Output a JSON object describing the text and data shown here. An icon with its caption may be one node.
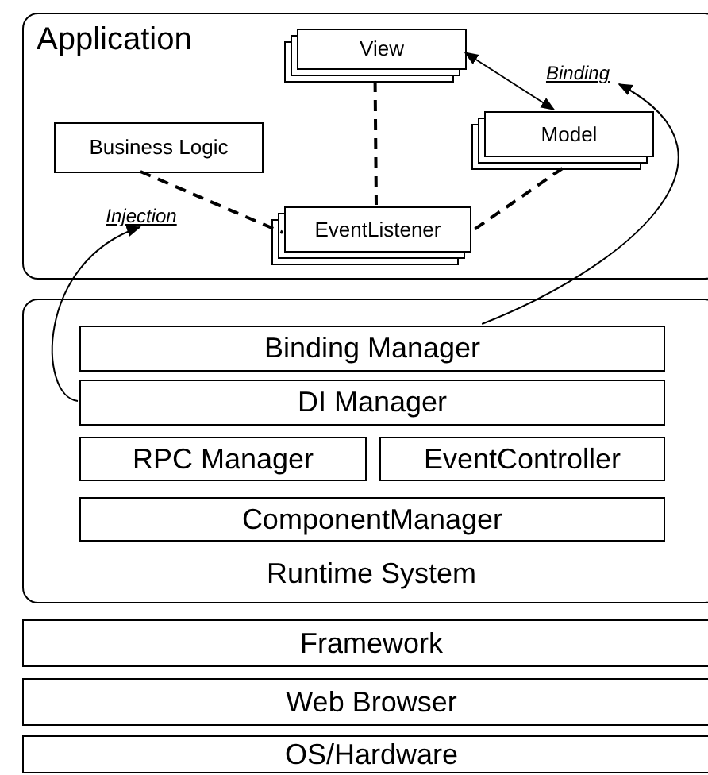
{
  "diagram": {
    "nodes": [
      {
        "text": [
          "Application"
        ]
      },
      {
        "text": [
          "View"
        ],
        "in": 0
      },
      {
        "text": [
          "Binding"
        ],
        "in": 0
      },
      {
        "text": [
          "Business Logic"
        ],
        "in": 0
      },
      {
        "text": [
          "Model"
        ],
        "in": 0
      },
      {
        "text": [
          "Injection"
        ],
        "in": 0
      },
      {
        "text": [
          "EventListener"
        ],
        "in": 0
      },
      {
        "text": [
          "Runtime System"
        ]
      },
      {
        "text": [
          "Binding Manager"
        ],
        "in": 7
      },
      {
        "text": [
          "DI Manager"
        ],
        "in": 7
      },
      {
        "text": [
          "RPC Manager"
        ],
        "in": 7
      },
      {
        "text": [
          "EventController"
        ],
        "in": 7
      },
      {
        "text": [
          "ComponentManager"
        ],
        "in": 7
      },
      {
        "text": [
          "Framework"
        ]
      },
      {
        "text": [
          "Web Browser"
        ]
      },
      {
        "text": [
          "OS/Hardware"
        ]
      }
    ],
    "edges": [
      {
        "from": 1,
        "to": 4,
        "arrow": "both"
      },
      {
        "from": 1,
        "to": 6,
        "arrow": "none",
        "style": "dashed"
      },
      {
        "from": 3,
        "to": 6,
        "arrow": "none",
        "style": "dashed"
      },
      {
        "from": 4,
        "to": 6,
        "arrow": "none",
        "style": "dashed"
      },
      {
        "from": 9,
        "to": 5,
        "arrow": "to"
      },
      {
        "from": 8,
        "to": 2,
        "arrow": "to"
      }
    ]
  }
}
